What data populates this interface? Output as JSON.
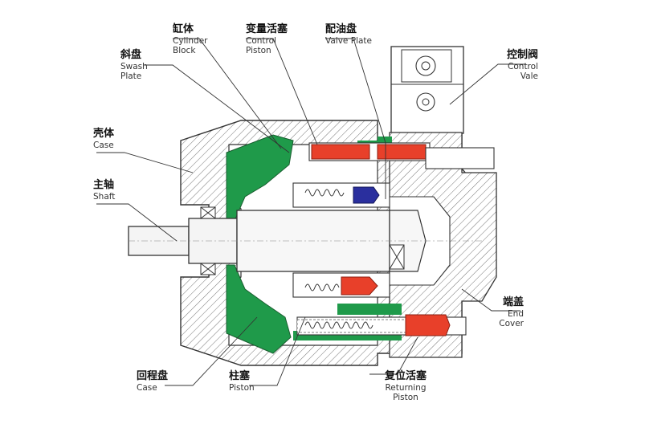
{
  "labels": {
    "cylinder_block": {
      "zh": "缸体",
      "en1": "Cylinder",
      "en2": "Block"
    },
    "control_piston": {
      "zh": "变量活塞",
      "en1": "Control",
      "en2": "Piston"
    },
    "valve_plate": {
      "zh": "配油盘",
      "en1": "Valve Plate"
    },
    "swash_plate": {
      "zh": "斜盘",
      "en1": "Swash",
      "en2": "Plate"
    },
    "control_valve": {
      "zh": "控制阀",
      "en1": "Control",
      "en2": "Vale"
    },
    "case_top": {
      "zh": "壳体",
      "en1": "Case"
    },
    "shaft": {
      "zh": "主轴",
      "en1": "Shaft"
    },
    "end_cover": {
      "zh": "端盖",
      "en1": "End",
      "en2": "Cover"
    },
    "return_plate": {
      "zh": "回程盘",
      "en1": "Case"
    },
    "piston": {
      "zh": "柱塞",
      "en1": "Piston"
    },
    "returning_piston": {
      "zh": "复位活塞",
      "en1": "Returning",
      "en2": "Piston"
    }
  },
  "colors": {
    "green": "#1f9a4a",
    "red": "#e8402a",
    "blue": "#2a2f9e",
    "outline": "#333333",
    "hatch": "#555555"
  }
}
